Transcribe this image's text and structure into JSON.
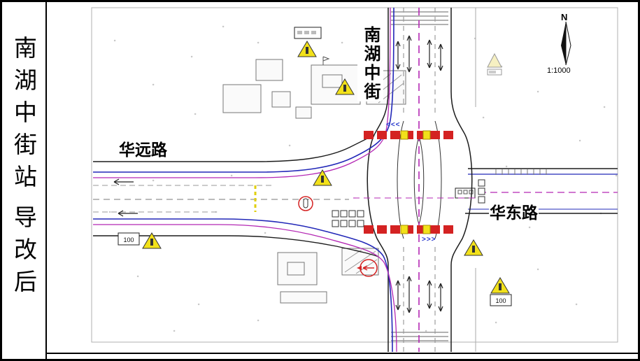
{
  "sidebar": {
    "station": "南湖中街站",
    "phase": "导改后"
  },
  "drawing": {
    "road_labels": {
      "west": "华远路",
      "north": "南湖中街",
      "east": "华东路"
    },
    "compass": {
      "letter": "N",
      "scale": "1:1000"
    },
    "signs": {
      "distance_left": "100",
      "distance_right": "100"
    },
    "markers": {
      "chevrons_up": "<<<",
      "chevrons_down": ">>>"
    },
    "colors": {
      "route_blue": "#2228b8",
      "route_magenta": "#b428b4",
      "closure_red": "#d42222",
      "warning_yellow": "#f2e11a",
      "line_dark": "#1c1c1c"
    }
  }
}
